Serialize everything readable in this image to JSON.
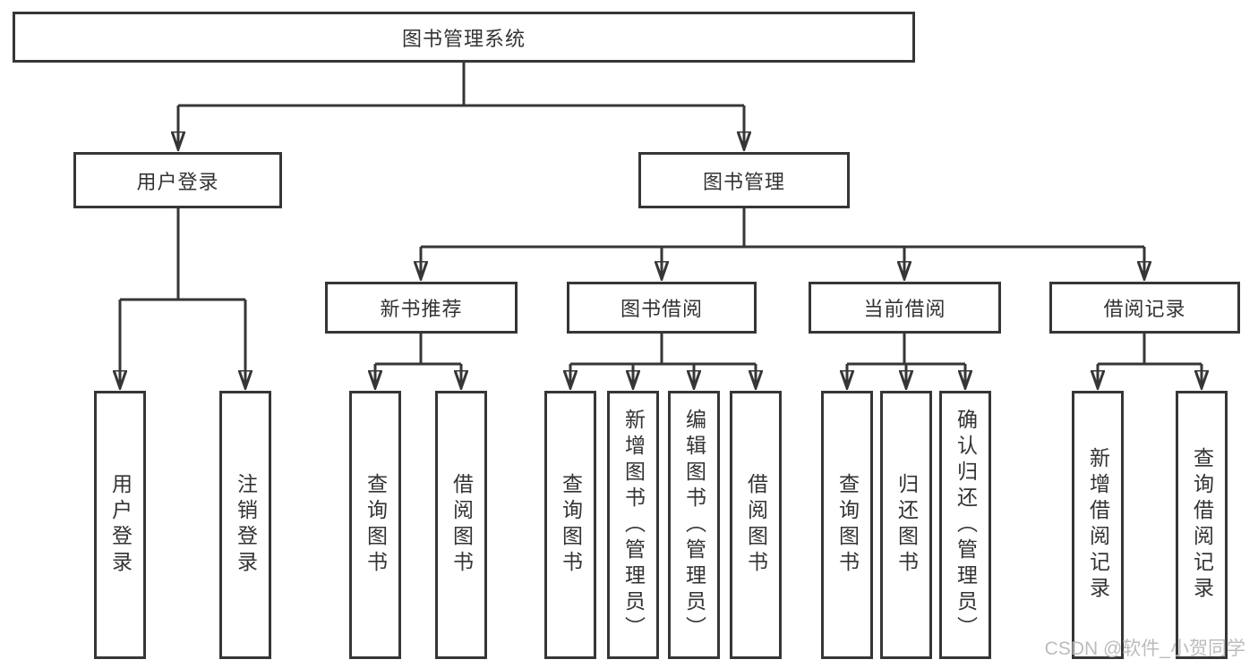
{
  "diagram": {
    "root": {
      "label": "图书管理系统"
    },
    "level2": [
      {
        "label": "用户登录"
      },
      {
        "label": "图书管理"
      }
    ],
    "level3": [
      {
        "label": "新书推荐"
      },
      {
        "label": "图书借阅"
      },
      {
        "label": "当前借阅"
      },
      {
        "label": "借阅记录"
      }
    ],
    "leaves": {
      "user_login": [
        "用户登录",
        "注销登录"
      ],
      "new_book_recommend": [
        "查询图书",
        "借阅图书"
      ],
      "book_borrowing": [
        "查询图书",
        "新增图书（管理员）",
        "编辑图书（管理员）",
        "借阅图书"
      ],
      "current_borrowing": [
        "查询图书",
        "归还图书",
        "确认归还（管理员）"
      ],
      "borrow_records": [
        "新增借阅记录",
        "查询借阅记录"
      ]
    }
  },
  "watermark": "CSDN @软件_小贺同学",
  "colors": {
    "line": "#363636",
    "text": "#333333",
    "background": "#ffffff",
    "watermark": "#b9b9b9"
  }
}
